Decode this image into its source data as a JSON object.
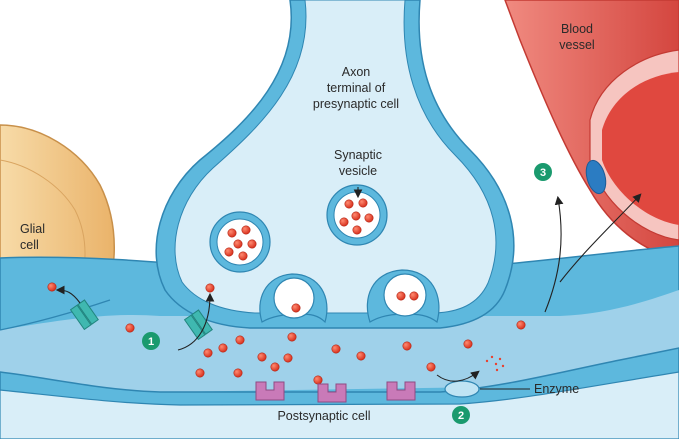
{
  "labels": {
    "axon_line1": "Axon",
    "axon_line2": "terminal of",
    "axon_line3": "presynaptic cell",
    "vesicle_line1": "Synaptic",
    "vesicle_line2": "vesicle",
    "glial_line1": "Glial",
    "glial_line2": "cell",
    "blood_line1": "Blood",
    "blood_line2": "vessel",
    "enzyme": "Enzyme",
    "postsynaptic": "Postsynaptic cell"
  },
  "steps": [
    "1",
    "2",
    "3"
  ],
  "colors": {
    "cell_blue": "#5db8dd",
    "cell_light": "#d9eef8",
    "cleft": "#9fd1ea",
    "glial": "#f2c98a",
    "blood": "#e2544b",
    "neurotransmitter": "#e8412f",
    "transporter": "#3fb8b0",
    "receptor": "#c97ab8",
    "step_badge": "#1a9a6e"
  }
}
